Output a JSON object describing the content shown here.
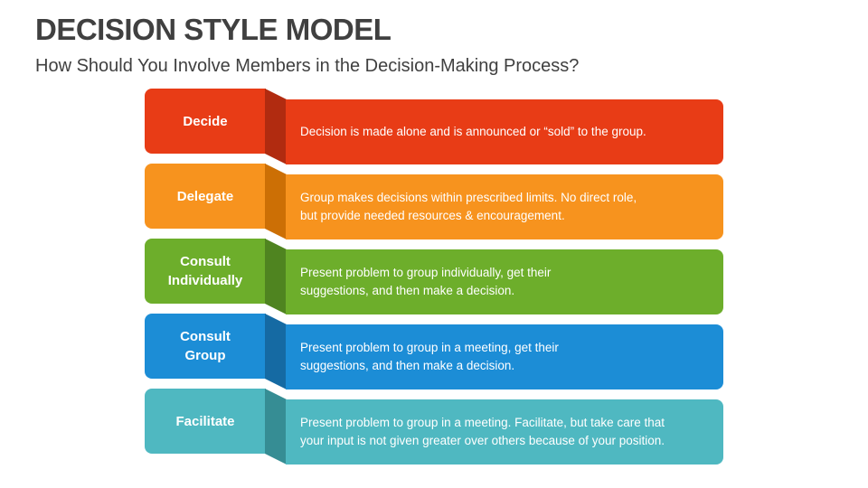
{
  "header": {
    "title": "DECISION STYLE MODEL",
    "subtitle": "How Should You Involve Members in the Decision-Making Process?"
  },
  "rows": [
    {
      "label": "Decide",
      "description": "Decision is made alone and is announced or “sold” to the group.",
      "color": "#E83C16",
      "fold_color": "#B12B10"
    },
    {
      "label": "Delegate",
      "description": "Group makes decisions within prescribed limits. No direct role,\nbut provide needed resources & encouragement.",
      "color": "#F7931E",
      "fold_color": "#CC6F05"
    },
    {
      "label": "Consult\nIndividually",
      "description": "Present problem to group individually, get their\nsuggestions, and then make a decision.",
      "color": "#6DAE2B",
      "fold_color": "#4F8420"
    },
    {
      "label": "Consult\nGroup",
      "description": "Present problem to group in a meeting, get their\nsuggestions, and then make a decision.",
      "color": "#1C8DD6",
      "fold_color": "#156AA3"
    },
    {
      "label": "Facilitate",
      "description": "Present problem to group in a meeting. Facilitate, but take care that\nyour input is not given greater over others because of your position.",
      "color": "#4FB8C1",
      "fold_color": "#368D94"
    }
  ]
}
